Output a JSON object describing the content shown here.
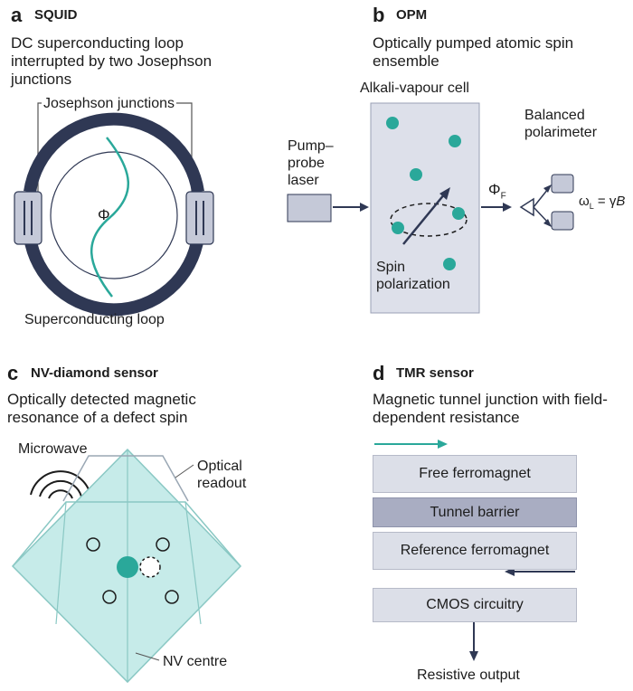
{
  "colors": {
    "teal": "#2aa89a",
    "navy": "#2f3854",
    "grey_box": "#c5c9d8",
    "diamond_fill": "#c6ebe9",
    "diamond_edge": "#8ac8c4",
    "cell_fill": "#dde0ea"
  },
  "squid": {
    "letter": "a",
    "title": "SQUID",
    "desc": "DC superconducting loop interrupted by two Josephson junctions",
    "junctions_label": "Josephson junctions",
    "flux_symbol": "Φ",
    "loop_label": "Superconducting loop"
  },
  "opm": {
    "letter": "b",
    "title": "OPM",
    "desc": "Optically pumped atomic spin ensemble",
    "cell_label": "Alkali-vapour cell",
    "laser_label_1": "Pump–",
    "laser_label_2": "probe",
    "laser_label_3": "laser",
    "spin_label_1": "Spin",
    "spin_label_2": "polarization",
    "faraday_symbol": "Φ",
    "faraday_sub": "F",
    "polarimeter_label_1": "Balanced",
    "polarimeter_label_2": "polarimeter",
    "larmor_omega": "ω",
    "larmor_sub": "L",
    "larmor_rest": " = γ",
    "larmor_b": "B"
  },
  "nv": {
    "letter": "c",
    "title": "NV-diamond sensor",
    "desc": "Optically detected magnetic resonance of a defect spin",
    "microwave_label": "Microwave",
    "readout_label_1": "Optical",
    "readout_label_2": "readout",
    "centre_label": "NV centre"
  },
  "tmr": {
    "letter": "d",
    "title": "TMR sensor",
    "desc": "Magnetic tunnel junction with field-dependent resistance",
    "layers": [
      "Free ferromagnet",
      "Tunnel barrier",
      "Reference ferromagnet",
      "CMOS circuitry"
    ],
    "output_label": "Resistive output"
  }
}
